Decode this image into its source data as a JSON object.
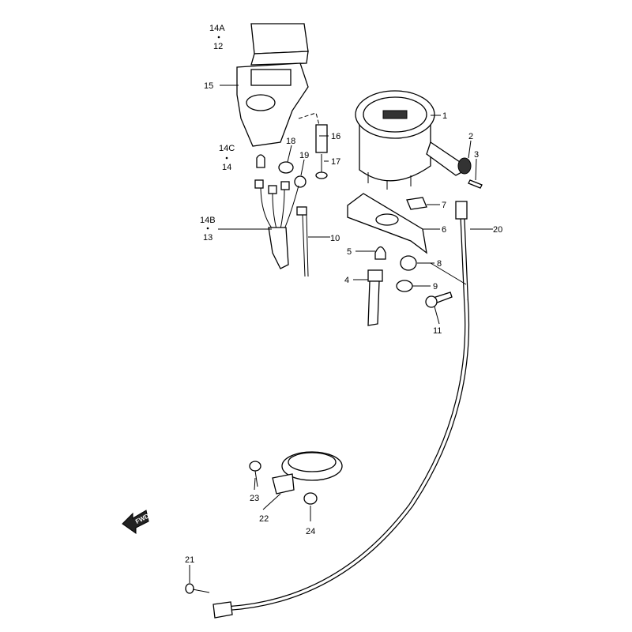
{
  "labels": {
    "l14A": "14A",
    "l12": "12",
    "l15": "15",
    "l1": "1",
    "l2": "2",
    "l3": "3",
    "l16": "16",
    "l17": "17",
    "l18": "18",
    "l19": "19",
    "l14C": "14C",
    "l14": "14",
    "l14B": "14B",
    "l13": "13",
    "l10": "10",
    "l7": "7",
    "l6": "6",
    "l20": "20",
    "l5": "5",
    "l8": "8",
    "l4": "4",
    "l9": "9",
    "l11": "11",
    "l23": "23",
    "l22": "22",
    "l24": "24",
    "l21": "21"
  },
  "fwd_arrow": "FWD"
}
